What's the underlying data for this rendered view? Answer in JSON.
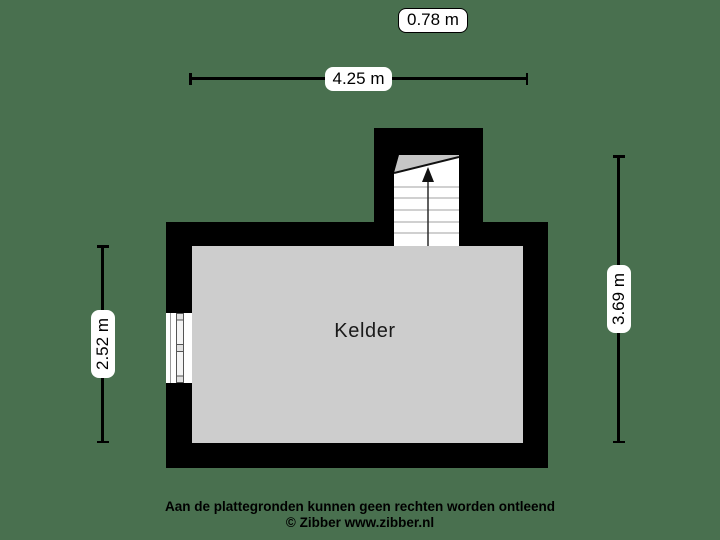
{
  "floorplan": {
    "room": {
      "label": "Kelder",
      "floor_color": "#cdcdcd",
      "wall_color": "#000000"
    },
    "stairs": {
      "icon": "stairs-up-arrow-icon",
      "break_fill": "#c6c6c6"
    },
    "measurements": {
      "stair_width": "0.78 m",
      "room_width": "4.25 m",
      "room_depth": "2.52 m",
      "total_depth": "3.69 m"
    },
    "footer": {
      "disclaimer": "Aan de plattegronden kunnen geen rechten worden ontleend",
      "credit": "© Zibber www.zibber.nl"
    },
    "colors": {
      "background": "#49704f",
      "dimension_line": "#000000",
      "label_background": "#ffffff"
    }
  }
}
